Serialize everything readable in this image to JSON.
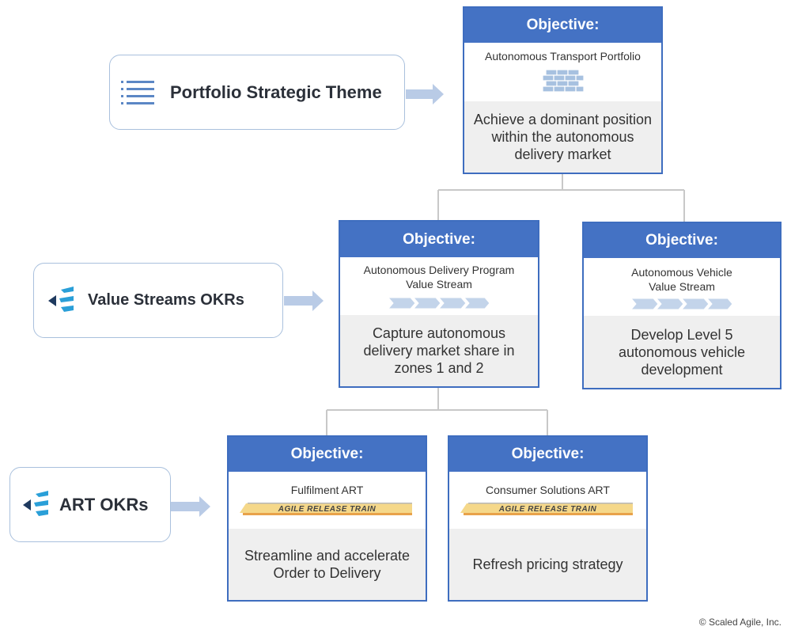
{
  "levels": {
    "portfolio": {
      "label": "Portfolio Strategic Theme",
      "icon": "list-icon"
    },
    "value_streams": {
      "label": "Value Streams OKRs",
      "icon": "value-stream-icon"
    },
    "art": {
      "label": "ART OKRs",
      "icon": "art-icon"
    }
  },
  "cards": {
    "portfolio": {
      "header": "Objective:",
      "subtitle": "Autonomous Transport Portfolio",
      "icon": "portfolio-icon",
      "objective": "Achieve a dominant position within the autonomous delivery market"
    },
    "delivery_vs": {
      "header": "Objective:",
      "subtitle_line1": "Autonomous Delivery Program",
      "subtitle_line2": "Value Stream",
      "icon": "value-stream-chevrons-icon",
      "objective": "Capture autonomous delivery market share in zones 1 and 2"
    },
    "vehicle_vs": {
      "header": "Objective:",
      "subtitle_line1": "Autonomous Vehicle",
      "subtitle_line2": "Value Stream",
      "icon": "value-stream-chevrons-icon",
      "objective": "Develop Level 5 autonomous vehicle development"
    },
    "fulfilment_art": {
      "header": "Objective:",
      "subtitle": "Fulfilment ART",
      "train_label": "AGILE RELEASE TRAIN",
      "icon": "release-train-icon",
      "objective": "Streamline and accelerate Order to Delivery"
    },
    "consumer_art": {
      "header": "Objective:",
      "subtitle": "Consumer Solutions ART",
      "train_label": "AGILE RELEASE TRAIN",
      "icon": "release-train-icon",
      "objective": "Refresh pricing strategy"
    }
  },
  "colors": {
    "header_blue": "#4472c4",
    "card_border": "#3e6dbf",
    "body_gray": "#efefef",
    "pill_border": "#a9c0dd",
    "arrow": "#b9cbe6",
    "connector": "#c8c8c8",
    "train_yellow": "#f5d88a",
    "train_orange": "#e8a24a"
  },
  "copyright": "© Scaled Agile, Inc."
}
